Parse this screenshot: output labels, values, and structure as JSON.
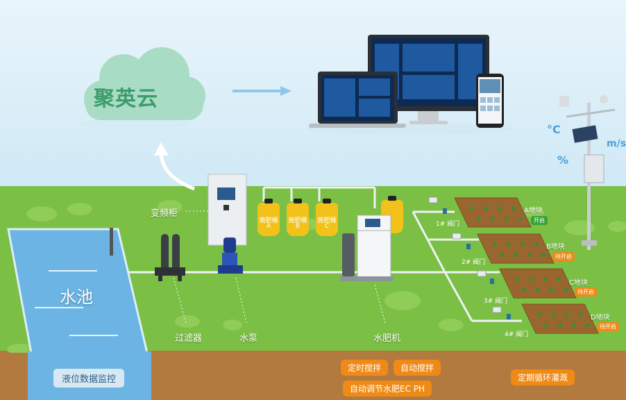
{
  "cloud": {
    "brand": "聚英云"
  },
  "sensors": {
    "temp_unit": "°C",
    "humidity_unit": "%",
    "wind_unit": "m/s"
  },
  "labels": {
    "cabinet": "变频柜",
    "pool": "水池",
    "filter": "过滤器",
    "pump": "水泵",
    "fertilizer_machine": "水肥机"
  },
  "buckets": [
    {
      "name": "施肥桶",
      "letter": "A"
    },
    {
      "name": "施肥桶",
      "letter": "B"
    },
    {
      "name": "施肥桶",
      "letter": "C"
    }
  ],
  "plots": [
    {
      "name": "A地块",
      "status": "开启",
      "status_color": "#3aa23a",
      "valve": "1# 阀门"
    },
    {
      "name": "B地块",
      "status": "待开启",
      "status_color": "#ef8a17",
      "valve": "2# 阀门"
    },
    {
      "name": "C地块",
      "status": "待开启",
      "status_color": "#ef8a17",
      "valve": "3# 阀门"
    },
    {
      "name": "D地块",
      "status": "待开启",
      "status_color": "#ef8a17",
      "valve": "4# 阀门"
    }
  ],
  "features": {
    "level_monitor": "液位数据监控",
    "timed_mix": "定时搅拌",
    "auto_mix": "自动搅拌",
    "auto_adjust": "自动调节水肥EC PH",
    "cyclic_irrigation": "定期循环灌溉"
  },
  "colors": {
    "sky": "#dff0f8",
    "grass": "#7bbf44",
    "soil": "#b27a3e",
    "accent": "#ef8a17",
    "water": "#6bb4e3"
  }
}
